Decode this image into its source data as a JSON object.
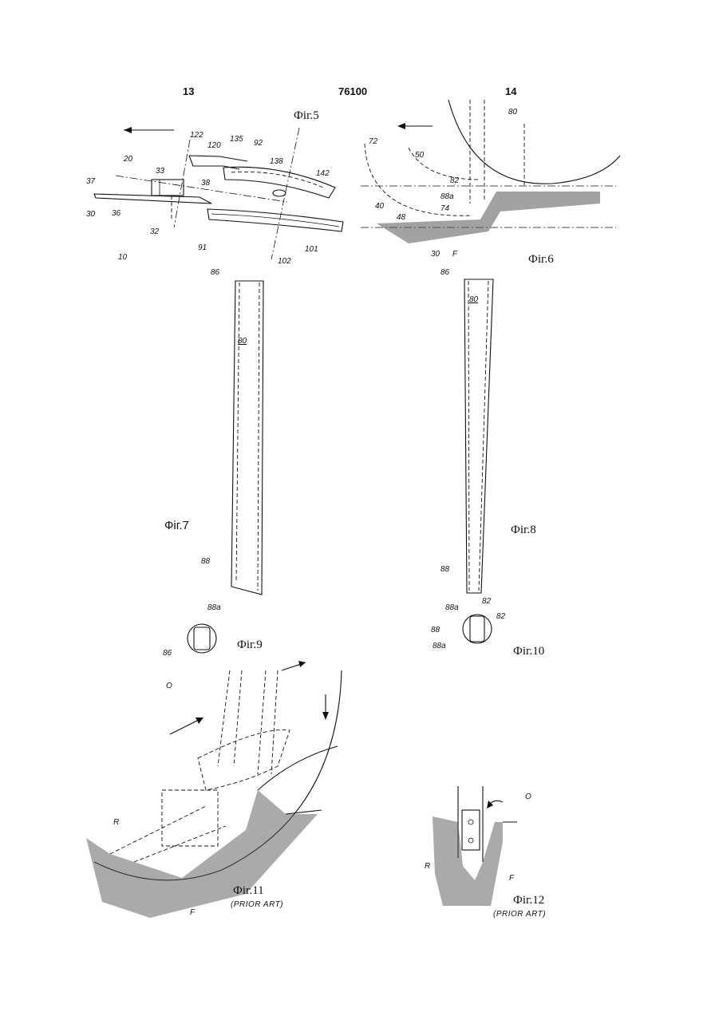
{
  "header": {
    "page_left": "13",
    "doc_number": "76100",
    "page_right": "14"
  },
  "figures": {
    "fig5": {
      "caption": "Фіг.5",
      "refs": [
        "122",
        "120",
        "135",
        "92",
        "20",
        "33",
        "138",
        "142",
        "37",
        "38",
        "30",
        "36",
        "32",
        "91",
        "101",
        "10",
        "102"
      ]
    },
    "fig6": {
      "caption": "Фіг.6",
      "refs": [
        "80",
        "72",
        "50",
        "82",
        "88a",
        "74",
        "40",
        "48",
        "30",
        "F"
      ]
    },
    "fig7": {
      "caption": "Фіг.7",
      "refs": [
        "86",
        "80",
        "88",
        "88a"
      ]
    },
    "fig8": {
      "caption": "Фіг.8",
      "refs": [
        "86",
        "80",
        "88",
        "88a",
        "82"
      ]
    },
    "fig9": {
      "caption": "Фіг.9",
      "refs": [
        "86"
      ]
    },
    "fig10": {
      "caption": "Фіг.10",
      "refs": [
        "88",
        "82",
        "88a"
      ]
    },
    "fig11": {
      "caption": "Фіг.11",
      "subcaption": "(PRIOR ART)",
      "refs": [
        "O",
        "R",
        "F"
      ]
    },
    "fig12": {
      "caption": "Фіг.12",
      "subcaption": "(PRIOR ART)",
      "refs": [
        "O",
        "R",
        "F"
      ]
    }
  }
}
